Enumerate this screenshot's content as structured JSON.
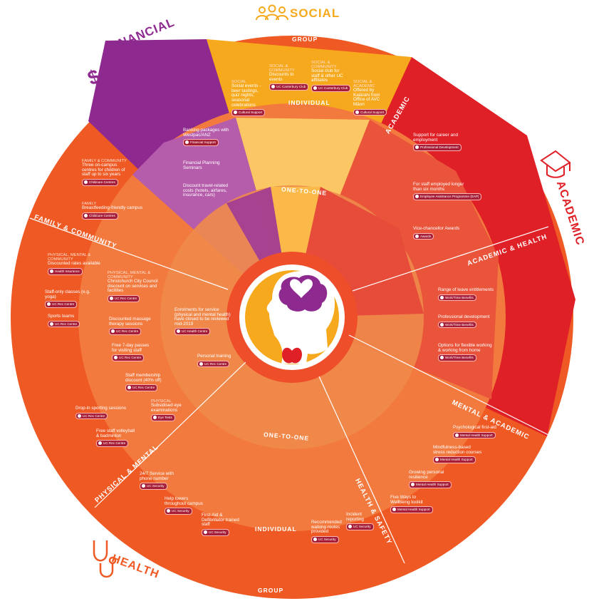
{
  "colors": {
    "social": "#f6a91c",
    "social_light": "#fbc664",
    "financial": "#8e2a8f",
    "financial_light": "#b55cab",
    "academic": "#e02027",
    "academic_light": "#e9543a",
    "health": "#ef5a24",
    "health_mid": "#f37a3e",
    "inner": "#f08a4b",
    "center_ring": "#ee4e2a"
  },
  "categories": {
    "social": "SOCIAL",
    "financial": "FINANCIAL",
    "academic": "ACADEMIC",
    "health": "HEALTH"
  },
  "sub_areas": {
    "family": "FAMILY & COMMUNITY",
    "academic_health": "ACADEMIC & HEALTH",
    "mental_academic": "MENTAL & ACADEMIC",
    "health_safety": "HEALTH & SAFETY",
    "physical_mental": "PHYSICAL & MENTAL"
  },
  "rings": {
    "group_top": "GROUP",
    "individual_top": "INDIVIDUAL",
    "one_to_one_top": "ONE-TO-ONE",
    "one_to_one_bottom": "ONE-TO-ONE",
    "individual_bottom": "INDIVIDUAL",
    "group_bottom": "GROUP"
  },
  "items": [
    {
      "id": "social-events",
      "cap": "SOCIAL",
      "text": "Social events - beer tastings, quiz nights, seasonal celebrations",
      "badge": "Cultural Support"
    },
    {
      "id": "discounts-events",
      "cap": "SOCIAL & COMMUNITY",
      "text": "Discounts to events",
      "badge": "UC Canterbury Club"
    },
    {
      "id": "social-club",
      "cap": "SOCIAL & COMMUNITY",
      "text": "Social club for staff & other UC affiliates",
      "badge": "UC Canterbury Club"
    },
    {
      "id": "kaiarahi",
      "cap": "SOCIAL & ACADEMIC",
      "text": "Offered by Kaiārahi from Office of AVC Māori",
      "badge": "Cultural Support"
    },
    {
      "id": "banking",
      "cap": "",
      "text": "Banking packages with Westpac/ANZ",
      "badge": "Financial Support"
    },
    {
      "id": "fin-planning",
      "cap": "",
      "text": "Financial Planning Seminars",
      "badge": ""
    },
    {
      "id": "travel-discount",
      "cap": "",
      "text": "Discount travel-related costs (hotels, airfares, insurance, cars)",
      "badge": ""
    },
    {
      "id": "career",
      "cap": "",
      "text": "Support for career and employment",
      "badge": "Professional Development"
    },
    {
      "id": "long-service",
      "cap": "",
      "text": "For staff employed longer than six months",
      "badge": "Employee Assistance Programme (EAP)"
    },
    {
      "id": "vc-awards",
      "cap": "",
      "text": "Vice-chancellor Awards",
      "badge": "Awards"
    },
    {
      "id": "leave",
      "cap": "",
      "text": "Range of leave entitlements",
      "badge": "Work/Time Benefits"
    },
    {
      "id": "prof-dev",
      "cap": "",
      "text": "Professional development",
      "badge": "Work/Time Benefits"
    },
    {
      "id": "flexible",
      "cap": "",
      "text": "Options for flexible working & working from home",
      "badge": "Work/Time Benefits"
    },
    {
      "id": "psych-first-aid",
      "cap": "",
      "text": "Psychological first-aid",
      "badge": "Mental Health Support"
    },
    {
      "id": "mindfulness",
      "cap": "",
      "text": "Mindfulness-based stress reduction courses",
      "badge": "Mental Health Support"
    },
    {
      "id": "resilience",
      "cap": "",
      "text": "Growing personal resilience",
      "badge": "Mental Health Support"
    },
    {
      "id": "five-ways",
      "cap": "",
      "text": "Five Ways to Wellbeing toolkit",
      "badge": "Mental Health Support"
    },
    {
      "id": "incident",
      "cap": "",
      "text": "Incident reporting",
      "badge": "UC Security"
    },
    {
      "id": "walking-routes",
      "cap": "",
      "text": "Recommended walking routes provided",
      "badge": "UC Security"
    },
    {
      "id": "first-aid",
      "cap": "",
      "text": "First-Aid & Defibrillator trained staff",
      "badge": "UC Security"
    },
    {
      "id": "help-towers",
      "cap": "",
      "text": "Help towers throughout campus",
      "badge": "UC Security"
    },
    {
      "id": "security-247",
      "cap": "",
      "text": "24/7 Service with phone number",
      "badge": "UC Security"
    },
    {
      "id": "eye-exams",
      "cap": "PHYSICAL",
      "text": "Subsidised eye examinations",
      "badge": "Eye Tests"
    },
    {
      "id": "volleyball",
      "cap": "",
      "text": "Free staff volleyball & badminton",
      "badge": "UC Rec Centre"
    },
    {
      "id": "drop-in",
      "cap": "",
      "text": "Drop-in sporting sessions",
      "badge": "UC Rec Centre"
    },
    {
      "id": "membership",
      "cap": "",
      "text": "Staff membership discount (40% off)",
      "badge": "UC Rec Centre"
    },
    {
      "id": "seven-day",
      "cap": "",
      "text": "Free 7-day passes for visiting staff",
      "badge": "UC Rec Centre"
    },
    {
      "id": "massage",
      "cap": "",
      "text": "Discounted massage therapy sessions",
      "badge": "UC Rec Centre"
    },
    {
      "id": "ccc",
      "cap": "PHYSICAL, MENTAL & COMMUNITY",
      "text": "Christchurch City Council discount on services and facilities",
      "badge": "UC Rec Centre"
    },
    {
      "id": "sports-teams",
      "cap": "",
      "text": "Sports teams",
      "badge": "UC Rec Centre"
    },
    {
      "id": "staff-classes",
      "cap": "",
      "text": "Staff-only classes (e.g. yoga)",
      "badge": "UC Rec Centre"
    },
    {
      "id": "health-insurance",
      "cap": "PHYSICAL, MENTAL & COMMUNITY",
      "text": "Discounted rates available",
      "badge": "Health Insurance"
    },
    {
      "id": "breastfeeding",
      "cap": "FAMILY",
      "text": "Breastfeeding-friendly campus",
      "badge": "Childcare Centres"
    },
    {
      "id": "childcare",
      "cap": "FAMILY & COMMUNITY",
      "text": "Three on-campus centres for children of staff up to six years",
      "badge": "Childcare Centres"
    },
    {
      "id": "enrolments",
      "cap": "",
      "text": "Enrolments for service (physical and mental health) have closed to be reviewed mid-2019",
      "badge": "UC Health Centre"
    },
    {
      "id": "personal-training",
      "cap": "",
      "text": "Personal training",
      "badge": "UC Rec Centre"
    }
  ]
}
